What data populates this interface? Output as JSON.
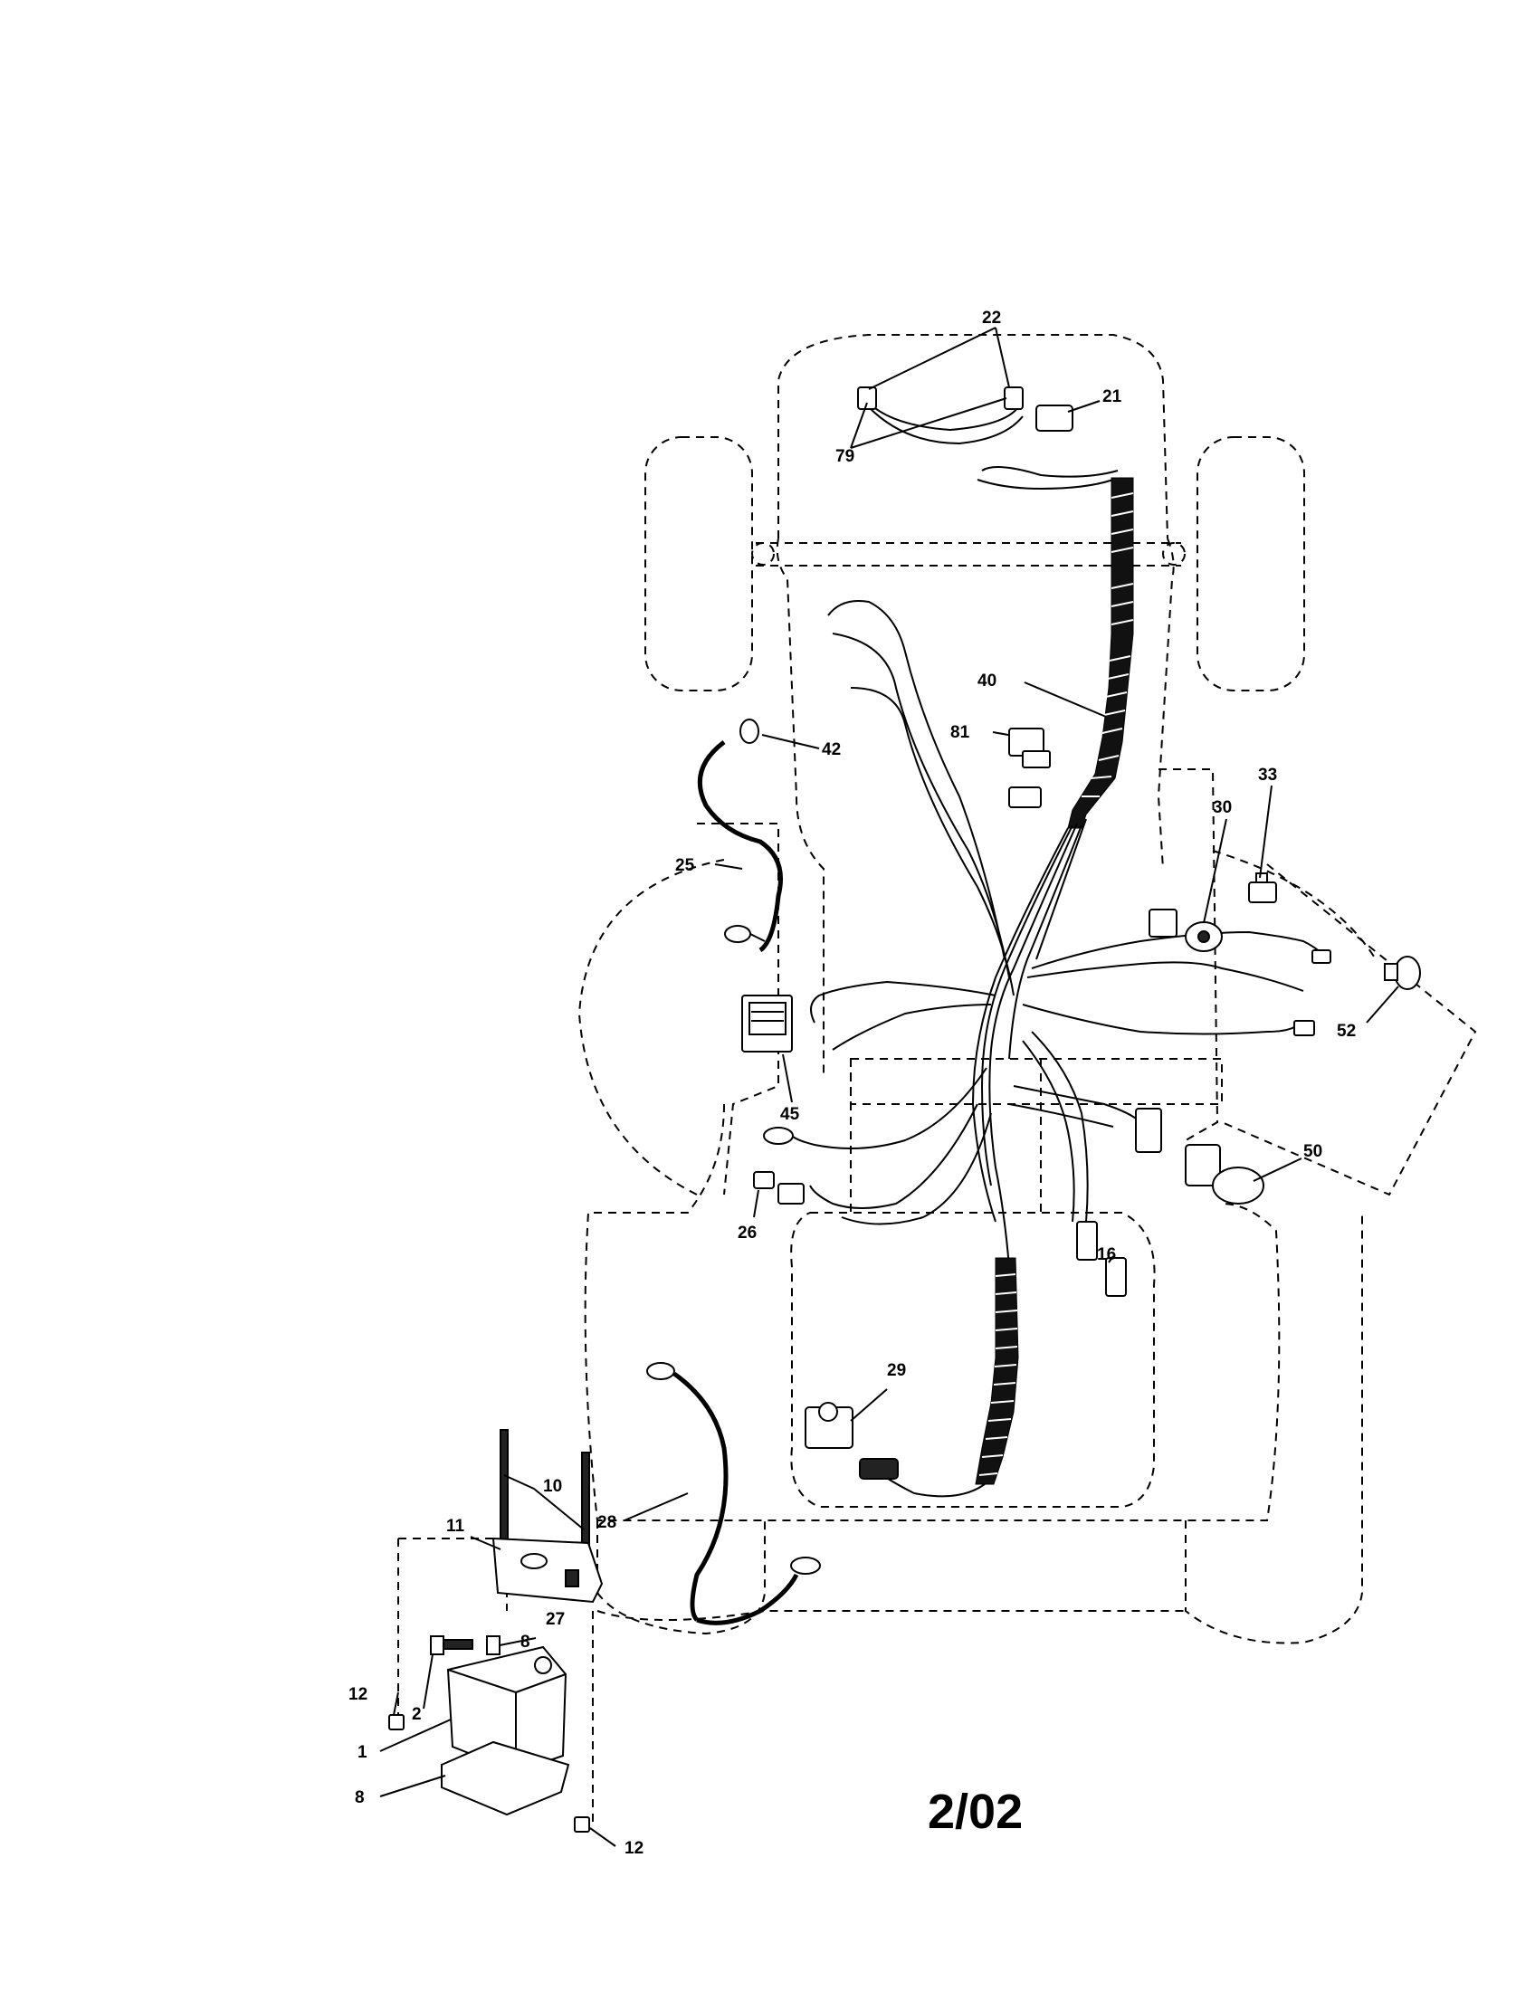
{
  "diagram": {
    "date_code": "2/02",
    "callouts": [
      {
        "id": "22",
        "label": "22"
      },
      {
        "id": "21",
        "label": "21"
      },
      {
        "id": "79",
        "label": "79"
      },
      {
        "id": "40",
        "label": "40"
      },
      {
        "id": "81",
        "label": "81"
      },
      {
        "id": "42",
        "label": "42"
      },
      {
        "id": "25",
        "label": "25"
      },
      {
        "id": "33",
        "label": "33"
      },
      {
        "id": "30",
        "label": "30"
      },
      {
        "id": "52",
        "label": "52"
      },
      {
        "id": "45",
        "label": "45"
      },
      {
        "id": "50",
        "label": "50"
      },
      {
        "id": "26",
        "label": "26"
      },
      {
        "id": "16",
        "label": "16"
      },
      {
        "id": "29",
        "label": "29"
      },
      {
        "id": "10",
        "label": "10"
      },
      {
        "id": "11",
        "label": "11"
      },
      {
        "id": "28",
        "label": "28"
      },
      {
        "id": "27",
        "label": "27"
      },
      {
        "id": "8a",
        "label": "8"
      },
      {
        "id": "12a",
        "label": "12"
      },
      {
        "id": "2",
        "label": "2"
      },
      {
        "id": "1",
        "label": "1"
      },
      {
        "id": "8b",
        "label": "8"
      },
      {
        "id": "12b",
        "label": "12"
      }
    ]
  }
}
